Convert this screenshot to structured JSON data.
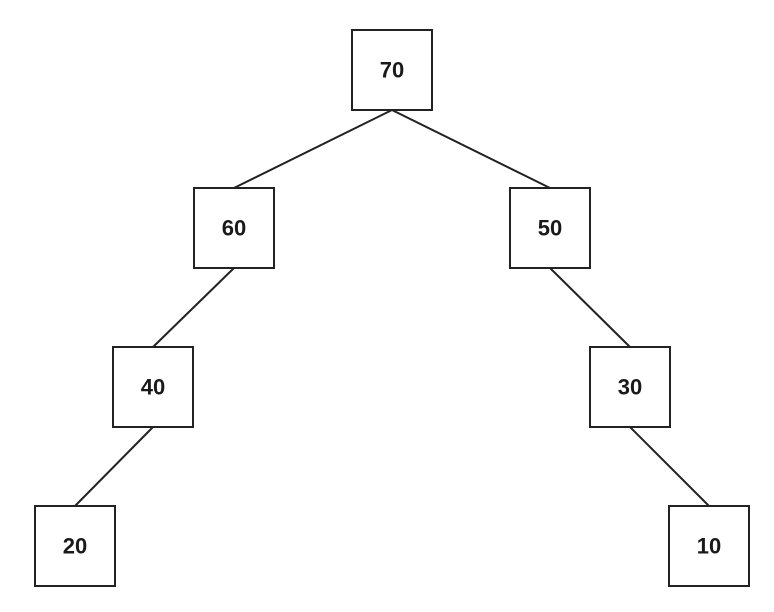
{
  "tree": {
    "nodes": [
      {
        "id": "n70",
        "label": "70"
      },
      {
        "id": "n60",
        "label": "60"
      },
      {
        "id": "n50",
        "label": "50"
      },
      {
        "id": "n40",
        "label": "40"
      },
      {
        "id": "n30",
        "label": "30"
      },
      {
        "id": "n20",
        "label": "20"
      },
      {
        "id": "n10",
        "label": "10"
      }
    ],
    "edges": [
      {
        "from": "n70",
        "to": "n60"
      },
      {
        "from": "n70",
        "to": "n50"
      },
      {
        "from": "n60",
        "to": "n40"
      },
      {
        "from": "n40",
        "to": "n20"
      },
      {
        "from": "n50",
        "to": "n30"
      },
      {
        "from": "n30",
        "to": "n10"
      }
    ]
  }
}
